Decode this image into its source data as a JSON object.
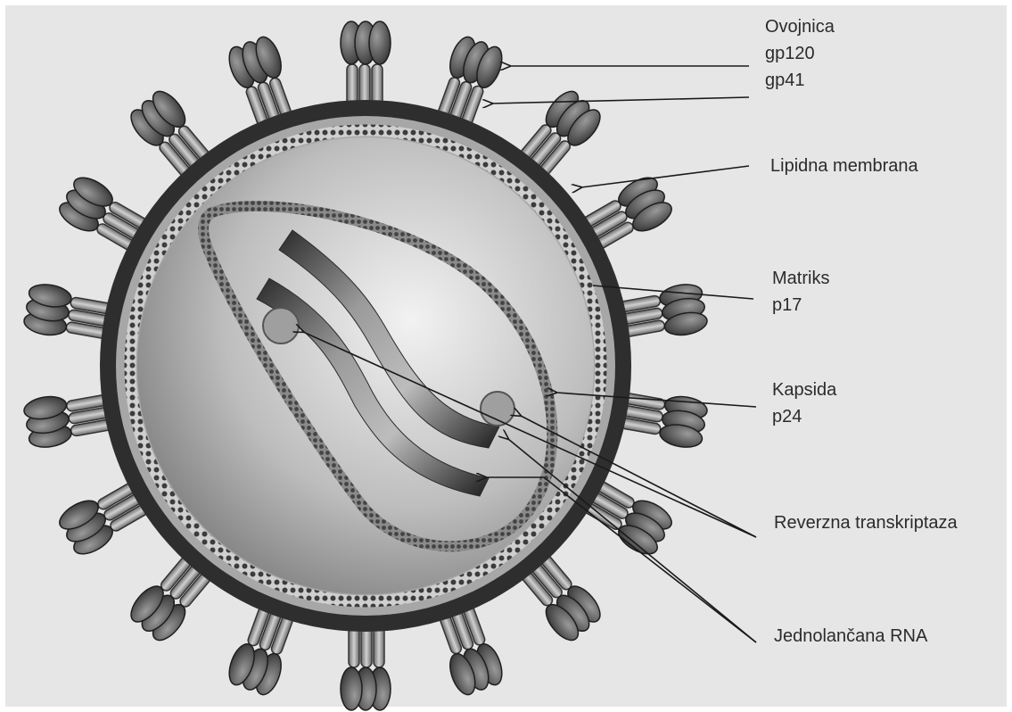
{
  "diagram": {
    "labels": {
      "envelope": "Ovojnica",
      "gp120": "gp120",
      "gp41": "gp41",
      "lipid_membrane": "Lipidna membrana",
      "matrix": "Matriks",
      "matrix_protein": "p17",
      "capsid": "Kapsida",
      "capsid_protein": "p24",
      "reverse_transcriptase": "Reverzna transkriptaza",
      "ssrna": "Jednolančana RNA"
    }
  }
}
